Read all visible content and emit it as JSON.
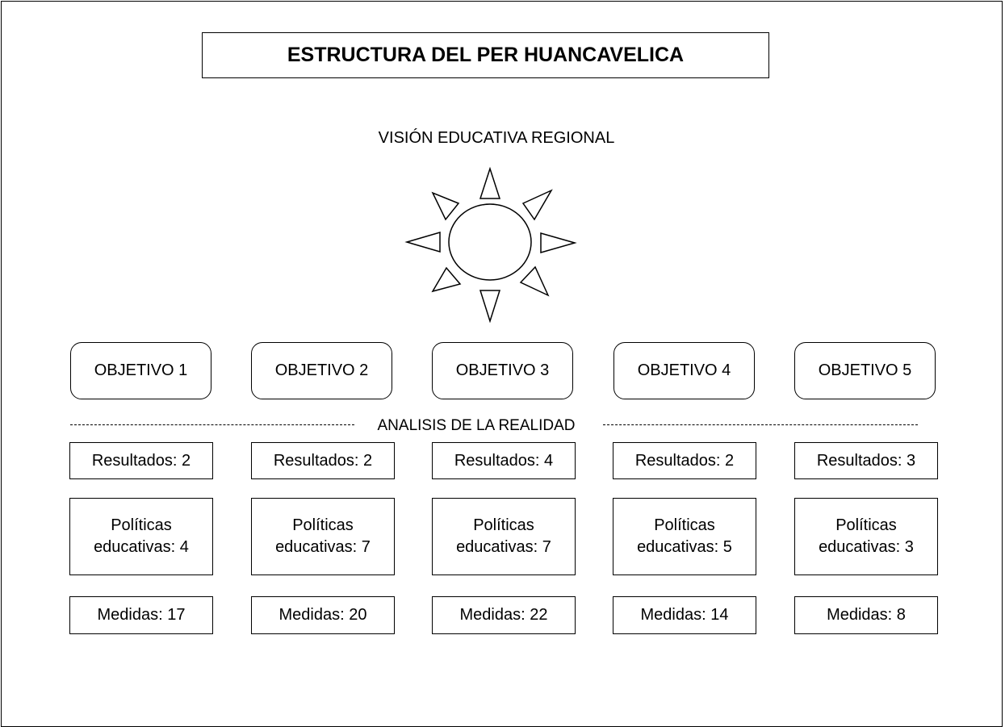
{
  "title": "ESTRUCTURA DEL PER HUANCAVELICA",
  "vision": "VISIÓN EDUCATIVA REGIONAL",
  "analysis": "ANALISIS DE LA REALIDAD",
  "objectives": [
    "OBJETIVO 1",
    "OBJETIVO 2",
    "OBJETIVO 3",
    "OBJETIVO 4",
    "OBJETIVO 5"
  ],
  "results": [
    "Resultados: 2",
    "Resultados: 2",
    "Resultados: 4",
    "Resultados: 2",
    "Resultados: 3"
  ],
  "policies_line1": [
    "Políticas",
    "Políticas",
    "Políticas",
    "Políticas",
    "Políticas"
  ],
  "policies_line2": [
    "educativas: 4",
    "educativas: 7",
    "educativas: 7",
    "educativas: 5",
    "educativas: 3"
  ],
  "measures": [
    "Medidas: 17",
    "Medidas: 20",
    "Medidas: 22",
    "Medidas: 14",
    "Medidas: 8"
  ]
}
